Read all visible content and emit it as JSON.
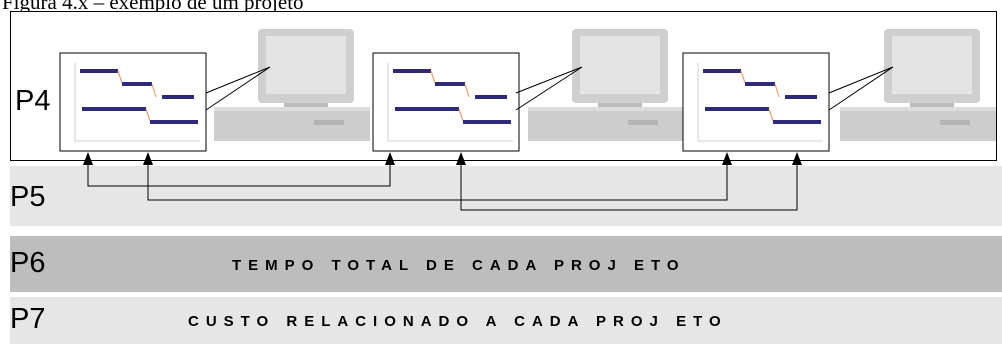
{
  "caption": "Figura 4.x – exemplo de um projeto",
  "rows": {
    "p4": {
      "label": "P4"
    },
    "p5": {
      "label": "P5"
    },
    "p6": {
      "label": "P6",
      "text": "TEMPO TOTAL DE CADA PROJ ETO"
    },
    "p7": {
      "label": "P7",
      "text": "CUSTO RELACIONADO A CADA PROJ ETO"
    }
  },
  "icons": {
    "gantt": "gantt-chart-icon",
    "computer": "computer-icon"
  },
  "colors": {
    "gantt_bar": "#2e2a7a",
    "gantt_link": "#f0a070",
    "computer": "#c8c8c8",
    "p6_background": "#bdbdbd",
    "light_background": "#e6e6e6"
  }
}
